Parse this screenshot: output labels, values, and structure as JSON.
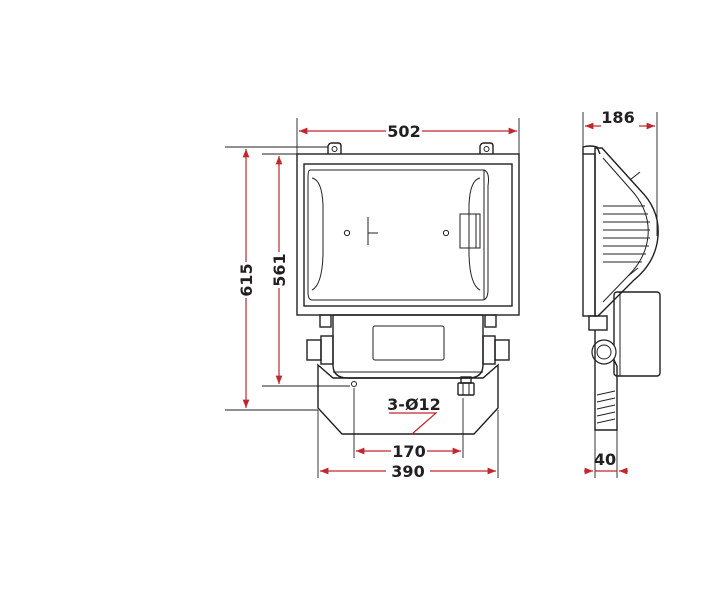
{
  "dimensions": {
    "width_front": "502",
    "height_total": "615",
    "height_body": "561",
    "hole_note": "3-Ø12",
    "hole_spacing": "170",
    "bracket_width": "390",
    "depth_side": "186",
    "bracket_depth": "40"
  },
  "colors": {
    "dimension_line": "#c1272d",
    "outline": "#231f20",
    "background": "#ffffff"
  }
}
